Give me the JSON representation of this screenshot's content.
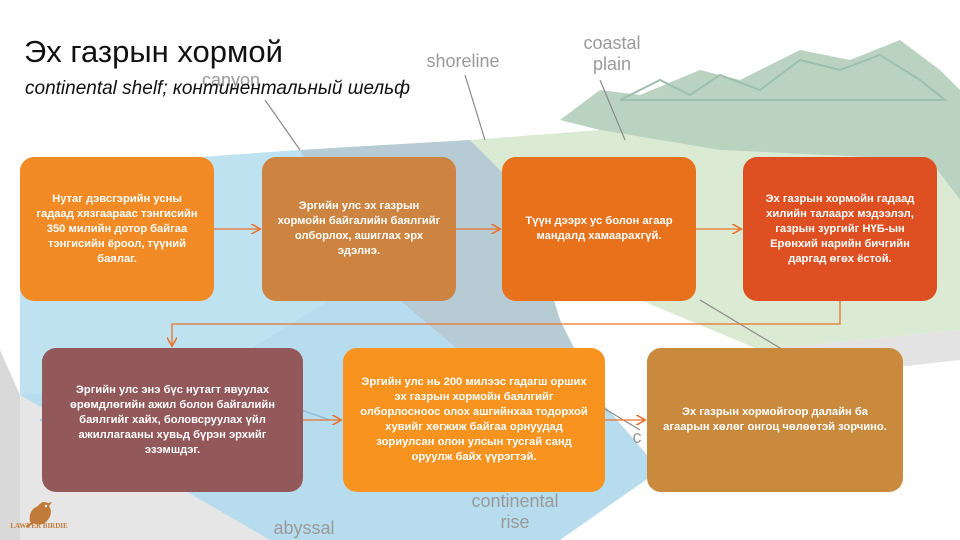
{
  "title": "Эх газрын хормой",
  "subtitle": "continental shelf; континентальный шельф",
  "background_labels": {
    "canyon": "canyon",
    "shoreline": "shoreline",
    "coastal_plain": "coastal\nplain",
    "continental_rise": "continental\nrise",
    "abyssal": "abyssal",
    "partial_c": "c"
  },
  "boxes": [
    {
      "id": "b1",
      "text": "Нутаг дэвсгэрийн усны гадаад хязгаараас тэнгисийн 350 милийн дотор байгаа тэнгисийн ёроол, түүний баялаг.",
      "color": "#f28b25"
    },
    {
      "id": "b2",
      "text": "Эргийн улс эх газрын хормойн байгалийн баялгийг олборлох, ашиглах эрх эдэлнэ.",
      "color": "#cc8440"
    },
    {
      "id": "b3",
      "text": "Түүн дээрх ус болон агаар мандалд хамаарахгүй.",
      "color": "#e8711c"
    },
    {
      "id": "b4",
      "text": "Эх газрын хормойн гадаад хилийн талаарх мэдээлэл, газрын зургийг НҮБ-ын Ерөнхий нарийн бичгийн даргад өгөх ёстой.",
      "color": "#de4f22"
    },
    {
      "id": "b5",
      "text": "Эргийн улс энэ бүс нутагт явуулах өрөмдлөгийн ажил болон байгалийн баялгийг хайх, боловсруулах үйл ажиллагааны хувьд бүрэн эрхийг эзэмшдэг.",
      "color": "#93585a"
    },
    {
      "id": "b6",
      "text": "Эргийн улс нь 200 милээс гадагш орших эх газрын хормойн баялгийг олборлосноос олох ашгийнхаа тодорхой хувийг хөгжиж байгаа орнуудад зориулсан олон улсын тусгай санд оруулж байх үүрэгтэй.",
      "color": "#f7931e"
    },
    {
      "id": "b7",
      "text": "Эх газрын хормойгоор далайн ба агаарын хөлөг онгоц чөлөөтэй зорчино.",
      "color": "#c98a3e"
    }
  ],
  "logo": {
    "text": "LAWYER BIRDIE",
    "icon": "bird-icon",
    "color": "#c27a3a"
  },
  "colors": {
    "connector": "#e8732a",
    "water": "#a9d6ea",
    "land": "#cfe3c8",
    "mountain": "#b9d3c0"
  }
}
